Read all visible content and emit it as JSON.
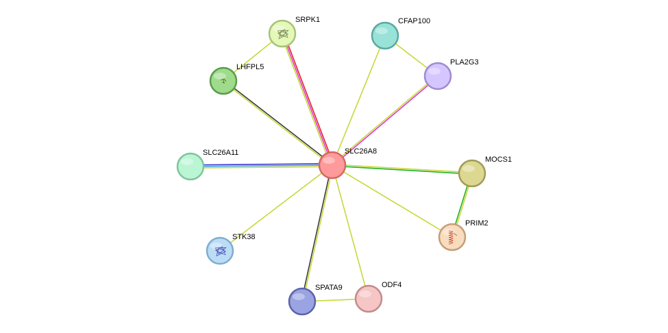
{
  "network": {
    "colors": {
      "textmining": "#c7d83a",
      "coexpression": "#3a3a3a",
      "experiments": "#d93bc9",
      "database": "#3aa0d8",
      "fusion": "#e8212a",
      "neighborhood": "#22b022",
      "cooccurrence": "#3a3ad8"
    },
    "nodes": [
      {
        "id": "SLC26A8",
        "label": "SLC26A8",
        "fill": "#ff9a9a",
        "stroke": "#d36868",
        "structure": "none",
        "structure_color": "#000000"
      },
      {
        "id": "SRPK1",
        "label": "SRPK1",
        "fill": "#e4f8b8",
        "stroke": "#a8c27a",
        "structure": "protein",
        "structure_color": "#7a8a5a"
      },
      {
        "id": "CFAP100",
        "label": "CFAP100",
        "fill": "#98e2d8",
        "stroke": "#5aa99e",
        "structure": "none",
        "structure_color": "#000000"
      },
      {
        "id": "LHFPL5",
        "label": "LHFPL5",
        "fill": "#9edc8c",
        "stroke": "#5a9c4c",
        "structure": "small",
        "structure_color": "#6a5a1a"
      },
      {
        "id": "PLA2G3",
        "label": "PLA2G3",
        "fill": "#d6c6ff",
        "stroke": "#a08ad0",
        "structure": "none",
        "structure_color": "#000000"
      },
      {
        "id": "SLC26A11",
        "label": "SLC26A11",
        "fill": "#baf6d4",
        "stroke": "#80c49e",
        "structure": "none",
        "structure_color": "#000000"
      },
      {
        "id": "MOCS1",
        "label": "MOCS1",
        "fill": "#dcd892",
        "stroke": "#a09c58",
        "structure": "none",
        "structure_color": "#000000"
      },
      {
        "id": "PRIM2",
        "label": "PRIM2",
        "fill": "#f8dcbe",
        "stroke": "#c49e78",
        "structure": "helix",
        "structure_color": "#c03a1a"
      },
      {
        "id": "STK38",
        "label": "STK38",
        "fill": "#bcdcf6",
        "stroke": "#7eaed0",
        "structure": "protein",
        "structure_color": "#4a5ab8"
      },
      {
        "id": "SPATA9",
        "label": "SPATA9",
        "fill": "#9aa4e2",
        "stroke": "#5c64a8",
        "structure": "none",
        "structure_color": "#000000"
      },
      {
        "id": "ODF4",
        "label": "ODF4",
        "fill": "#f6c6c6",
        "stroke": "#c48a8a",
        "structure": "none",
        "structure_color": "#000000"
      }
    ],
    "edges": [
      {
        "source": "SLC26A8",
        "target": "SRPK1",
        "types": [
          "textmining",
          "experiments",
          "fusion"
        ]
      },
      {
        "source": "SLC26A8",
        "target": "LHFPL5",
        "types": [
          "textmining",
          "coexpression"
        ]
      },
      {
        "source": "SLC26A8",
        "target": "CFAP100",
        "types": [
          "textmining"
        ]
      },
      {
        "source": "SLC26A8",
        "target": "PLA2G3",
        "types": [
          "textmining",
          "experiments"
        ]
      },
      {
        "source": "SLC26A8",
        "target": "SLC26A11",
        "types": [
          "textmining",
          "database",
          "cooccurrence"
        ]
      },
      {
        "source": "SLC26A8",
        "target": "MOCS1",
        "types": [
          "textmining",
          "neighborhood"
        ]
      },
      {
        "source": "SLC26A8",
        "target": "PRIM2",
        "types": [
          "textmining"
        ]
      },
      {
        "source": "SLC26A8",
        "target": "STK38",
        "types": [
          "textmining"
        ]
      },
      {
        "source": "SLC26A8",
        "target": "SPATA9",
        "types": [
          "textmining",
          "coexpression"
        ]
      },
      {
        "source": "SLC26A8",
        "target": "ODF4",
        "types": [
          "textmining"
        ]
      },
      {
        "source": "SRPK1",
        "target": "LHFPL5",
        "types": [
          "textmining"
        ]
      },
      {
        "source": "CFAP100",
        "target": "PLA2G3",
        "types": [
          "textmining"
        ]
      },
      {
        "source": "MOCS1",
        "target": "PRIM2",
        "types": [
          "textmining",
          "neighborhood"
        ]
      },
      {
        "source": "SPATA9",
        "target": "ODF4",
        "types": [
          "textmining"
        ]
      }
    ]
  }
}
